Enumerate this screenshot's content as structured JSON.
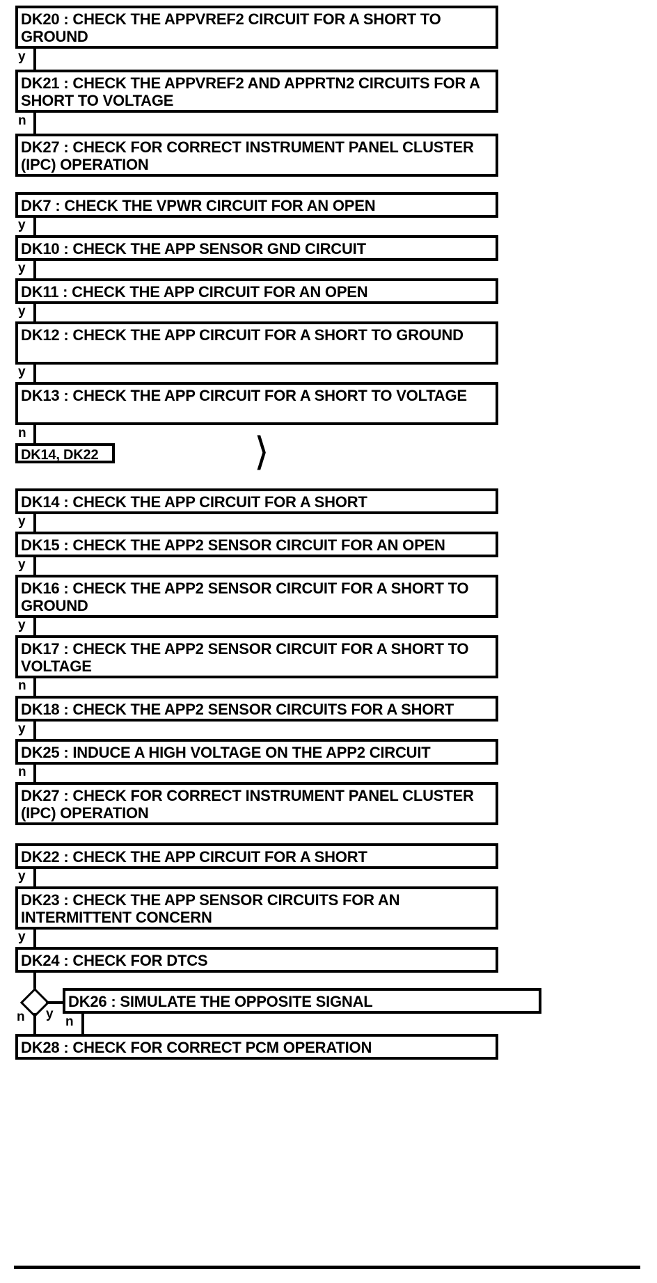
{
  "diagram": {
    "type": "flowchart",
    "title": "",
    "groups": [
      {
        "id": "group-1",
        "nodes": [
          {
            "id": "DK20",
            "label": "DK20 : CHECK THE APPVREF2 CIRCUIT FOR A SHORT TO GROUND"
          },
          {
            "id": "DK21",
            "label": "DK21 : CHECK THE APPVREF2 AND APPRTN2 CIRCUITS FOR A SHORT TO VOLTAGE"
          },
          {
            "id": "DK27a",
            "label": "DK27 : CHECK FOR CORRECT INSTRUMENT PANEL CLUSTER (IPC) OPERATION"
          }
        ],
        "edges": [
          {
            "from": "DK20",
            "to": "DK21",
            "label": "y"
          },
          {
            "from": "DK21",
            "to": "DK27a",
            "label": "n"
          }
        ]
      },
      {
        "id": "group-2",
        "nodes": [
          {
            "id": "DK7",
            "label": "DK7 : CHECK THE VPWR CIRCUIT FOR AN OPEN"
          },
          {
            "id": "DK10",
            "label": "DK10 : CHECK THE APP SENSOR GND CIRCUIT"
          },
          {
            "id": "DK11",
            "label": "DK11 : CHECK THE APP CIRCUIT FOR AN OPEN"
          },
          {
            "id": "DK12",
            "label": "DK12 : CHECK THE APP CIRCUIT FOR A SHORT TO GROUND"
          },
          {
            "id": "DK13",
            "label": "DK13 : CHECK THE APP CIRCUIT FOR A SHORT TO VOLTAGE"
          },
          {
            "id": "DK14_DK22_TAG",
            "label": "DK14, DK22"
          }
        ],
        "edges": [
          {
            "from": "DK7",
            "to": "DK10",
            "label": "y"
          },
          {
            "from": "DK10",
            "to": "DK11",
            "label": "y"
          },
          {
            "from": "DK11",
            "to": "DK12",
            "label": "y"
          },
          {
            "from": "DK12",
            "to": "DK13",
            "label": "y"
          },
          {
            "from": "DK13",
            "to": "DK14_DK22_TAG",
            "label": "n"
          }
        ],
        "annotation": "chevron-right"
      },
      {
        "id": "group-3",
        "nodes": [
          {
            "id": "DK14",
            "label": "DK14 : CHECK THE APP CIRCUIT FOR A SHORT"
          },
          {
            "id": "DK15",
            "label": "DK15 : CHECK THE APP2 SENSOR CIRCUIT FOR AN OPEN"
          },
          {
            "id": "DK16",
            "label": "DK16 : CHECK THE APP2 SENSOR CIRCUIT FOR A SHORT TO GROUND"
          },
          {
            "id": "DK17",
            "label": "DK17 : CHECK THE APP2 SENSOR CIRCUIT FOR A SHORT TO VOLTAGE"
          },
          {
            "id": "DK18",
            "label": "DK18 : CHECK THE APP2 SENSOR CIRCUITS FOR A SHORT"
          },
          {
            "id": "DK25",
            "label": "DK25 : INDUCE A HIGH VOLTAGE ON THE APP2 CIRCUIT"
          },
          {
            "id": "DK27b",
            "label": "DK27 : CHECK FOR CORRECT INSTRUMENT PANEL CLUSTER (IPC) OPERATION"
          }
        ],
        "edges": [
          {
            "from": "DK14",
            "to": "DK15",
            "label": "y"
          },
          {
            "from": "DK15",
            "to": "DK16",
            "label": "y"
          },
          {
            "from": "DK16",
            "to": "DK17",
            "label": "y"
          },
          {
            "from": "DK17",
            "to": "DK18",
            "label": "n"
          },
          {
            "from": "DK18",
            "to": "DK25",
            "label": "y"
          },
          {
            "from": "DK25",
            "to": "DK27b",
            "label": "n"
          }
        ]
      },
      {
        "id": "group-4",
        "nodes": [
          {
            "id": "DK22",
            "label": "DK22 : CHECK THE APP CIRCUIT FOR A SHORT"
          },
          {
            "id": "DK23",
            "label": "DK23 : CHECK THE APP SENSOR CIRCUITS FOR AN INTERMITTENT CONCERN"
          },
          {
            "id": "DK24",
            "label": "DK24 : CHECK FOR DTCS"
          },
          {
            "id": "DECISION",
            "label": ""
          },
          {
            "id": "DK26",
            "label": "DK26 : SIMULATE THE OPPOSITE SIGNAL"
          },
          {
            "id": "DK28",
            "label": "DK28 : CHECK FOR CORRECT PCM OPERATION"
          }
        ],
        "edges": [
          {
            "from": "DK22",
            "to": "DK23",
            "label": "y"
          },
          {
            "from": "DK23",
            "to": "DK24",
            "label": "y"
          },
          {
            "from": "DK24",
            "to": "DECISION",
            "label": ""
          },
          {
            "from": "DECISION",
            "to": "DK26",
            "label": "y"
          },
          {
            "from": "DECISION",
            "to": "DK28",
            "label": "n"
          },
          {
            "from": "DK26",
            "to": "DK28",
            "label": "n"
          }
        ]
      }
    ],
    "colors": {
      "stroke": "#000000",
      "fill": "#ffffff",
      "text": "#000000"
    }
  }
}
